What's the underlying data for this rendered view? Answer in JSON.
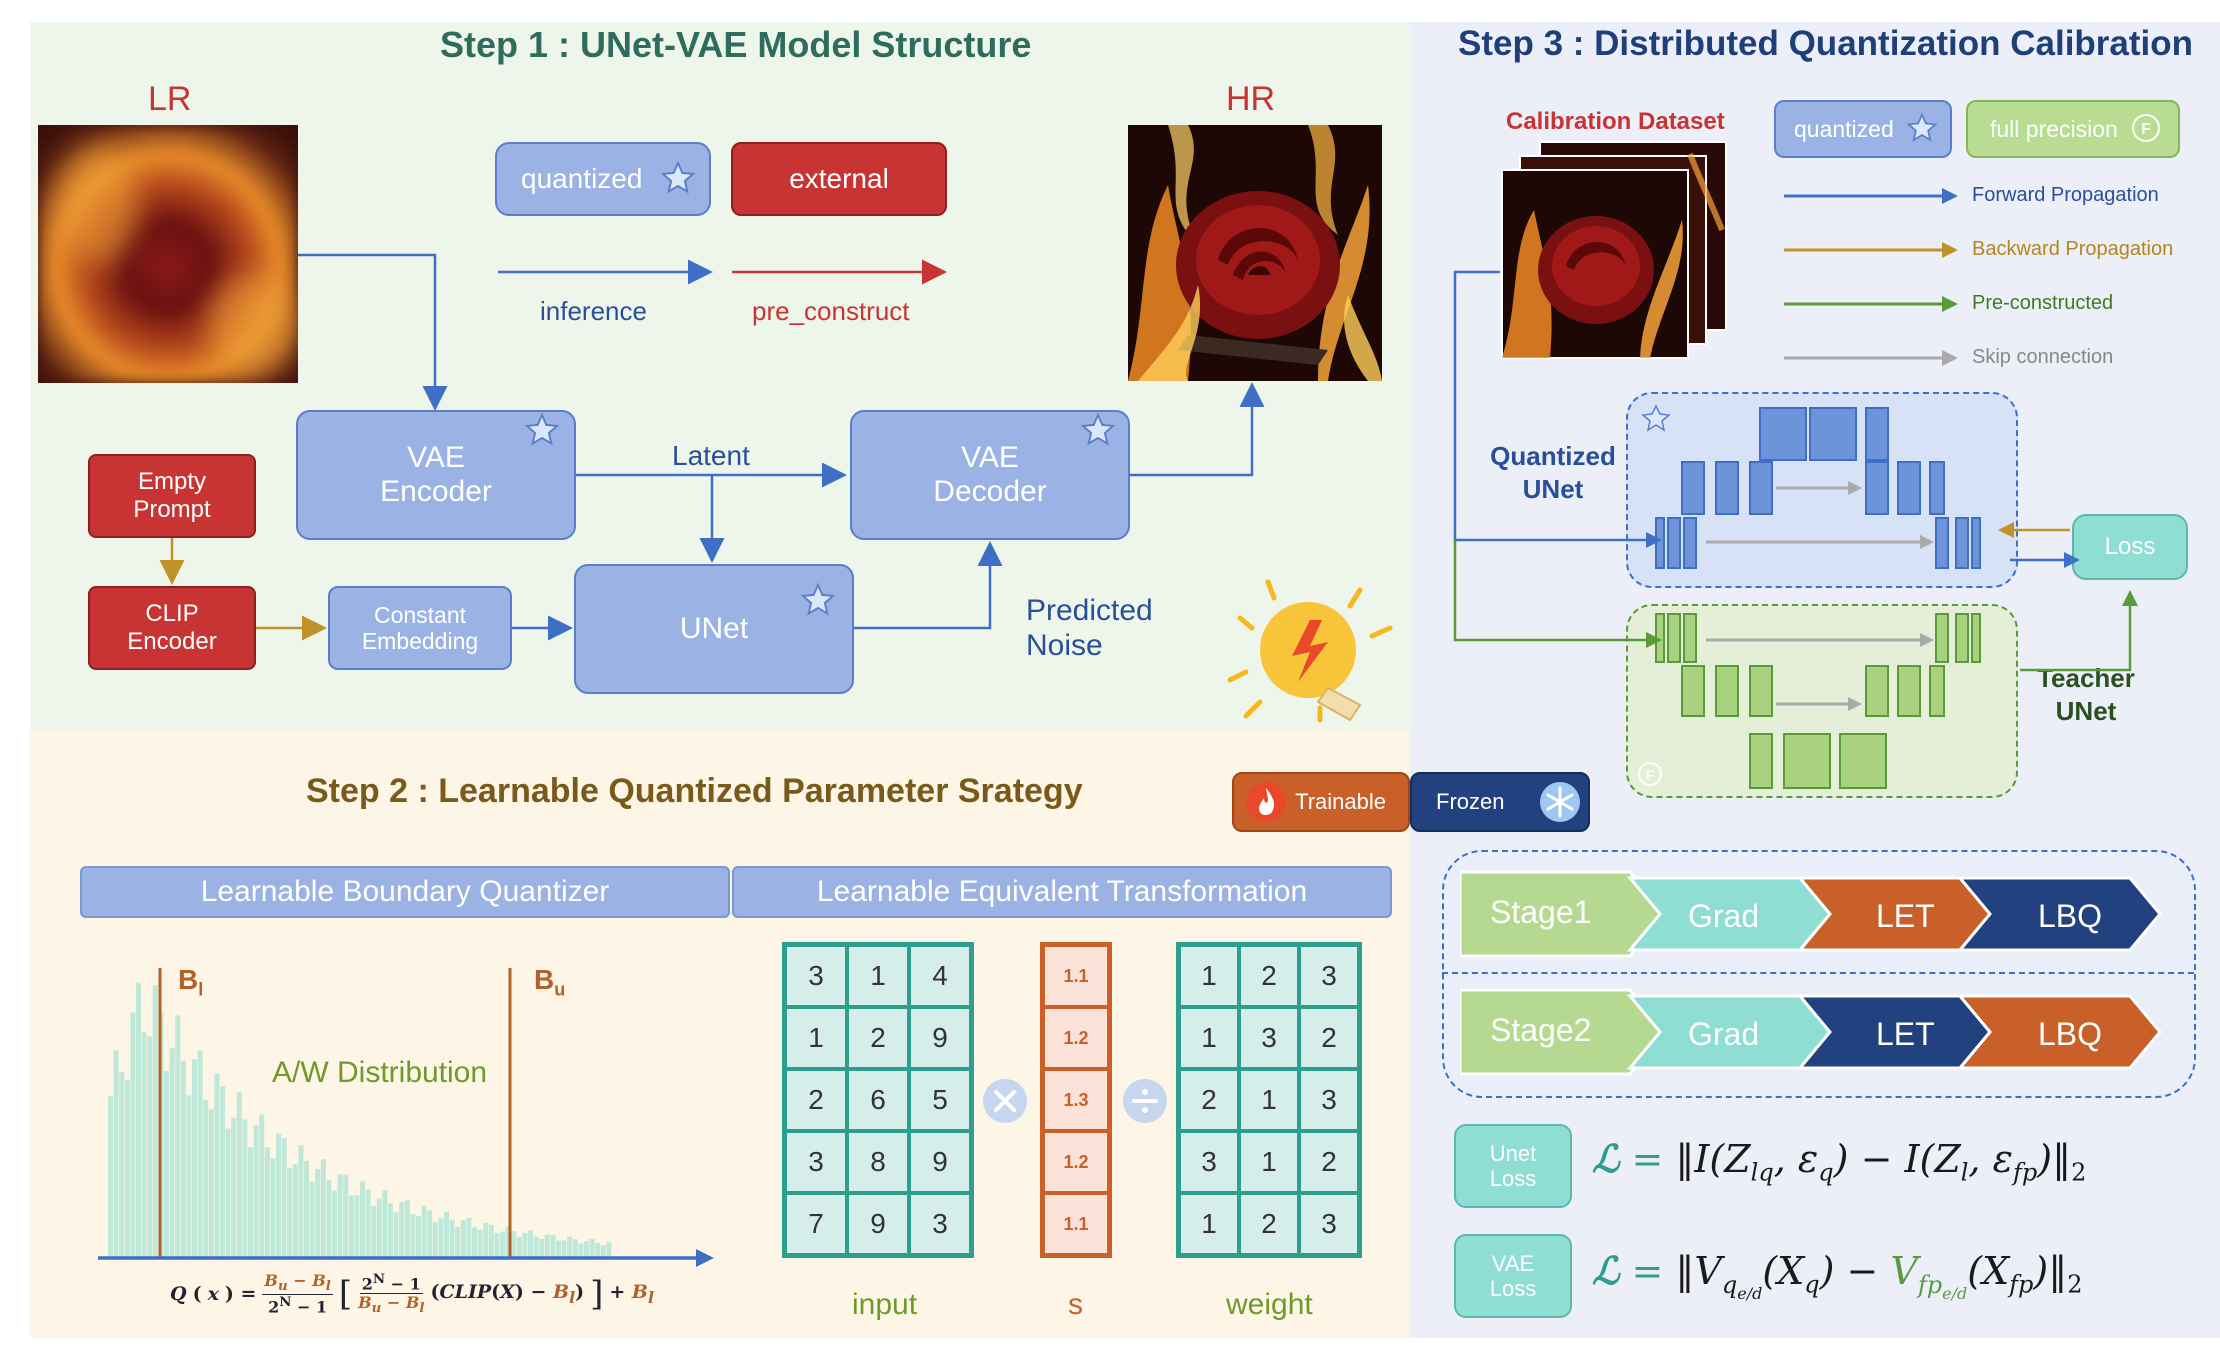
{
  "step1": {
    "title": "Step 1 :  UNet-VAE Model Structure",
    "lr_label": "LR",
    "hr_label": "HR",
    "legend_quantized": "quantized",
    "legend_external": "external",
    "legend_inference": "inference",
    "legend_pre_construct": "pre_construct",
    "empty_prompt": "Empty Prompt",
    "clip_encoder": "CLIP Encoder",
    "constant_embedding": "Constant Embedding",
    "vae_encoder": "VAE Encoder",
    "vae_decoder": "VAE Decoder",
    "unet": "UNet",
    "latent": "Latent",
    "predicted_noise": "Predicted Noise"
  },
  "step2": {
    "title": "Step 2 : Learnable Quantized Parameter Srategy",
    "trainable": "Trainable",
    "frozen": "Frozen",
    "lbq_header": "Learnable Boundary Quantizer",
    "let_header": "Learnable Equivalent Transformation",
    "bl": "B",
    "bl_sub": "l",
    "bu": "B",
    "bu_sub": "u",
    "distribution": "A/W Distribution",
    "input_label": "input",
    "s_label": "s",
    "weight_label": "weight",
    "input_matrix": [
      [
        "3",
        "1",
        "4"
      ],
      [
        "1",
        "2",
        "9"
      ],
      [
        "2",
        "6",
        "5"
      ],
      [
        "3",
        "8",
        "9"
      ],
      [
        "7",
        "9",
        "3"
      ]
    ],
    "s_vector": [
      "1.1",
      "1.2",
      "1.3",
      "1.2",
      "1.1"
    ],
    "weight_matrix": [
      [
        "1",
        "2",
        "3"
      ],
      [
        "1",
        "3",
        "2"
      ],
      [
        "2",
        "1",
        "3"
      ],
      [
        "3",
        "1",
        "2"
      ],
      [
        "1",
        "2",
        "3"
      ]
    ]
  },
  "step3": {
    "title": "Step 3 : Distributed Quantization Calibration",
    "calibration_dataset": "Calibration Dataset",
    "legend_quantized": "quantized",
    "legend_full_precision": "full precision",
    "forward": "Forward Propagation",
    "backward": "Backward Propagation",
    "preconstructed": "Pre-constructed",
    "skip": "Skip connection",
    "quantized_unet": "Quantized UNet",
    "teacher_unet": "Teacher UNet",
    "loss": "Loss",
    "stage1": "Stage1",
    "stage2": "Stage2",
    "grad": "Grad",
    "let": "LET",
    "lbq": "LBQ",
    "unet_loss": "Unet Loss",
    "vae_loss": "VAE Loss"
  },
  "colors": {
    "step1_bg": "#eef5ea",
    "step2_bg": "#fdf6e6",
    "step3_bg": "#eceff8",
    "blue_box": "#9ab2e4",
    "red_box": "#c83434",
    "teal": "#2e9e8e",
    "orange": "#c9602a",
    "navy": "#1f4e9c",
    "green": "#5a9a3a",
    "gold": "#c0932a"
  }
}
